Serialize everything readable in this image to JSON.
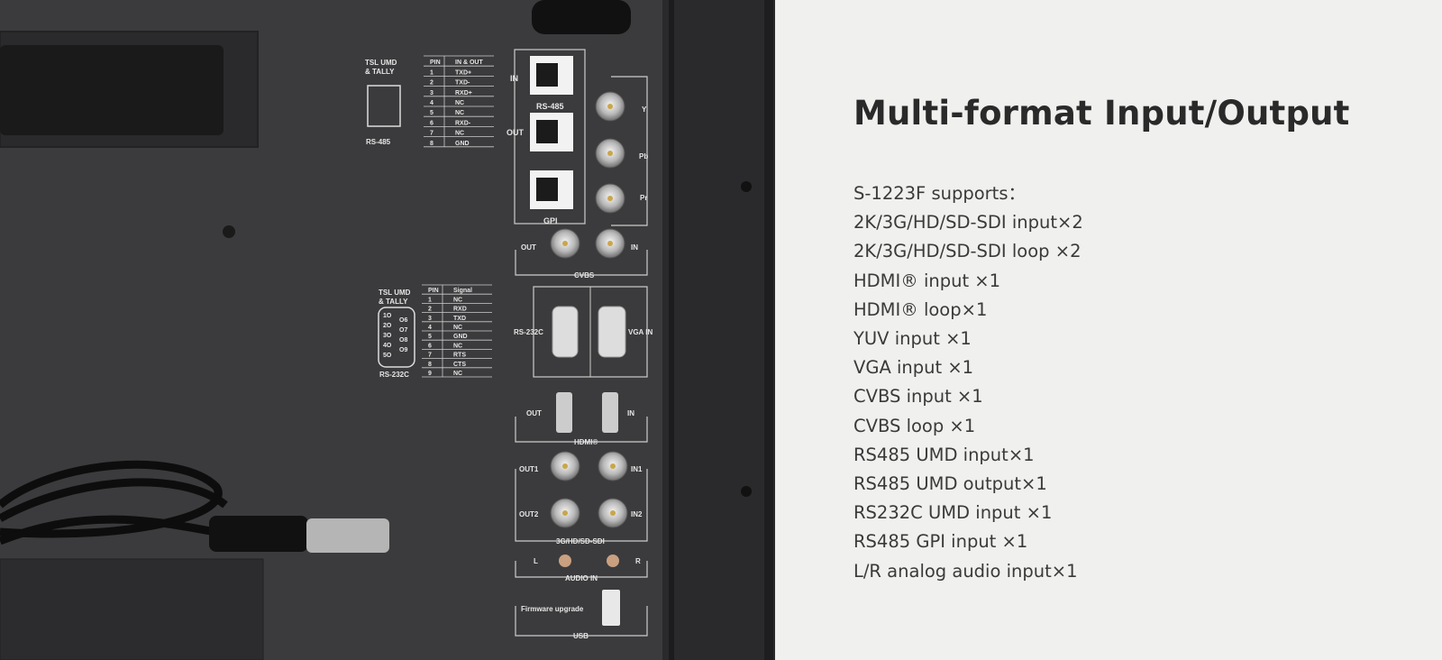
{
  "heading": "Multi-format Input/Output",
  "features": [
    "S-1223F supports：",
    "2K/3G/HD/SD-SDI input×2",
    "2K/3G/HD/SD-SDI loop ×2",
    "HDMI® input ×1",
    "HDMI® loop×1",
    "YUV input ×1",
    "VGA input ×1",
    "CVBS input ×1",
    "CVBS loop ×1",
    "RS485 UMD input×1",
    "RS485 UMD output×1",
    "RS232C UMD input ×1",
    "RS485 GPI input ×1",
    "L/R analog audio input×1"
  ],
  "panel": {
    "rs485_title": [
      "TSL UMD",
      "& TALLY"
    ],
    "rs485_label": "RS-485",
    "rs485_table": {
      "headers": [
        "PIN",
        "IN & OUT"
      ],
      "rows": [
        [
          "1",
          "TXD+"
        ],
        [
          "2",
          "TXD-"
        ],
        [
          "3",
          "RXD+"
        ],
        [
          "4",
          "NC"
        ],
        [
          "5",
          "NC"
        ],
        [
          "6",
          "RXD-"
        ],
        [
          "7",
          "NC"
        ],
        [
          "8",
          "GND"
        ]
      ]
    },
    "rs232_title": [
      "TSL UMD",
      "& TALLY"
    ],
    "rs232_label": "RS-232C",
    "rs232_table": {
      "headers": [
        "PIN",
        "Signal"
      ],
      "rows": [
        [
          "1",
          "NC"
        ],
        [
          "2",
          "RXD"
        ],
        [
          "3",
          "TXD"
        ],
        [
          "4",
          "NC"
        ],
        [
          "5",
          "GND"
        ],
        [
          "6",
          "NC"
        ],
        [
          "7",
          "RTS"
        ],
        [
          "8",
          "CTS"
        ],
        [
          "9",
          "NC"
        ]
      ]
    },
    "db9_pins_left": [
      "1O",
      "2O",
      "3O",
      "4O",
      "5O"
    ],
    "db9_pins_right": [
      "O6",
      "O7",
      "O8",
      "O9"
    ],
    "port_labels": {
      "in": "IN",
      "out": "OUT",
      "rs485": "RS-485",
      "gpi": "GPI",
      "y": "Y",
      "pb": "Pb",
      "pr": "Pr",
      "cvbs_out": "OUT",
      "cvbs_in": "IN",
      "cvbs": "CVBS",
      "rs232c": "RS-232C",
      "vga_in": "VGA IN",
      "hdmi_out": "OUT",
      "hdmi_in": "IN",
      "hdmi": "HDMI®",
      "sdi_out1": "OUT1",
      "sdi_in1": "IN1",
      "sdi_out2": "OUT2",
      "sdi_in2": "IN2",
      "sdi": "3G/HD/SD-SDI",
      "audio_l": "L",
      "audio_r": "R",
      "audio_in": "AUDIO IN",
      "firmware": "Firmware upgrade",
      "usb": "USB"
    }
  },
  "colors": {
    "panel": "#3b3b3d",
    "bezel": "#262628",
    "page": "#f0f0ee",
    "text": "#2c2c2c"
  }
}
